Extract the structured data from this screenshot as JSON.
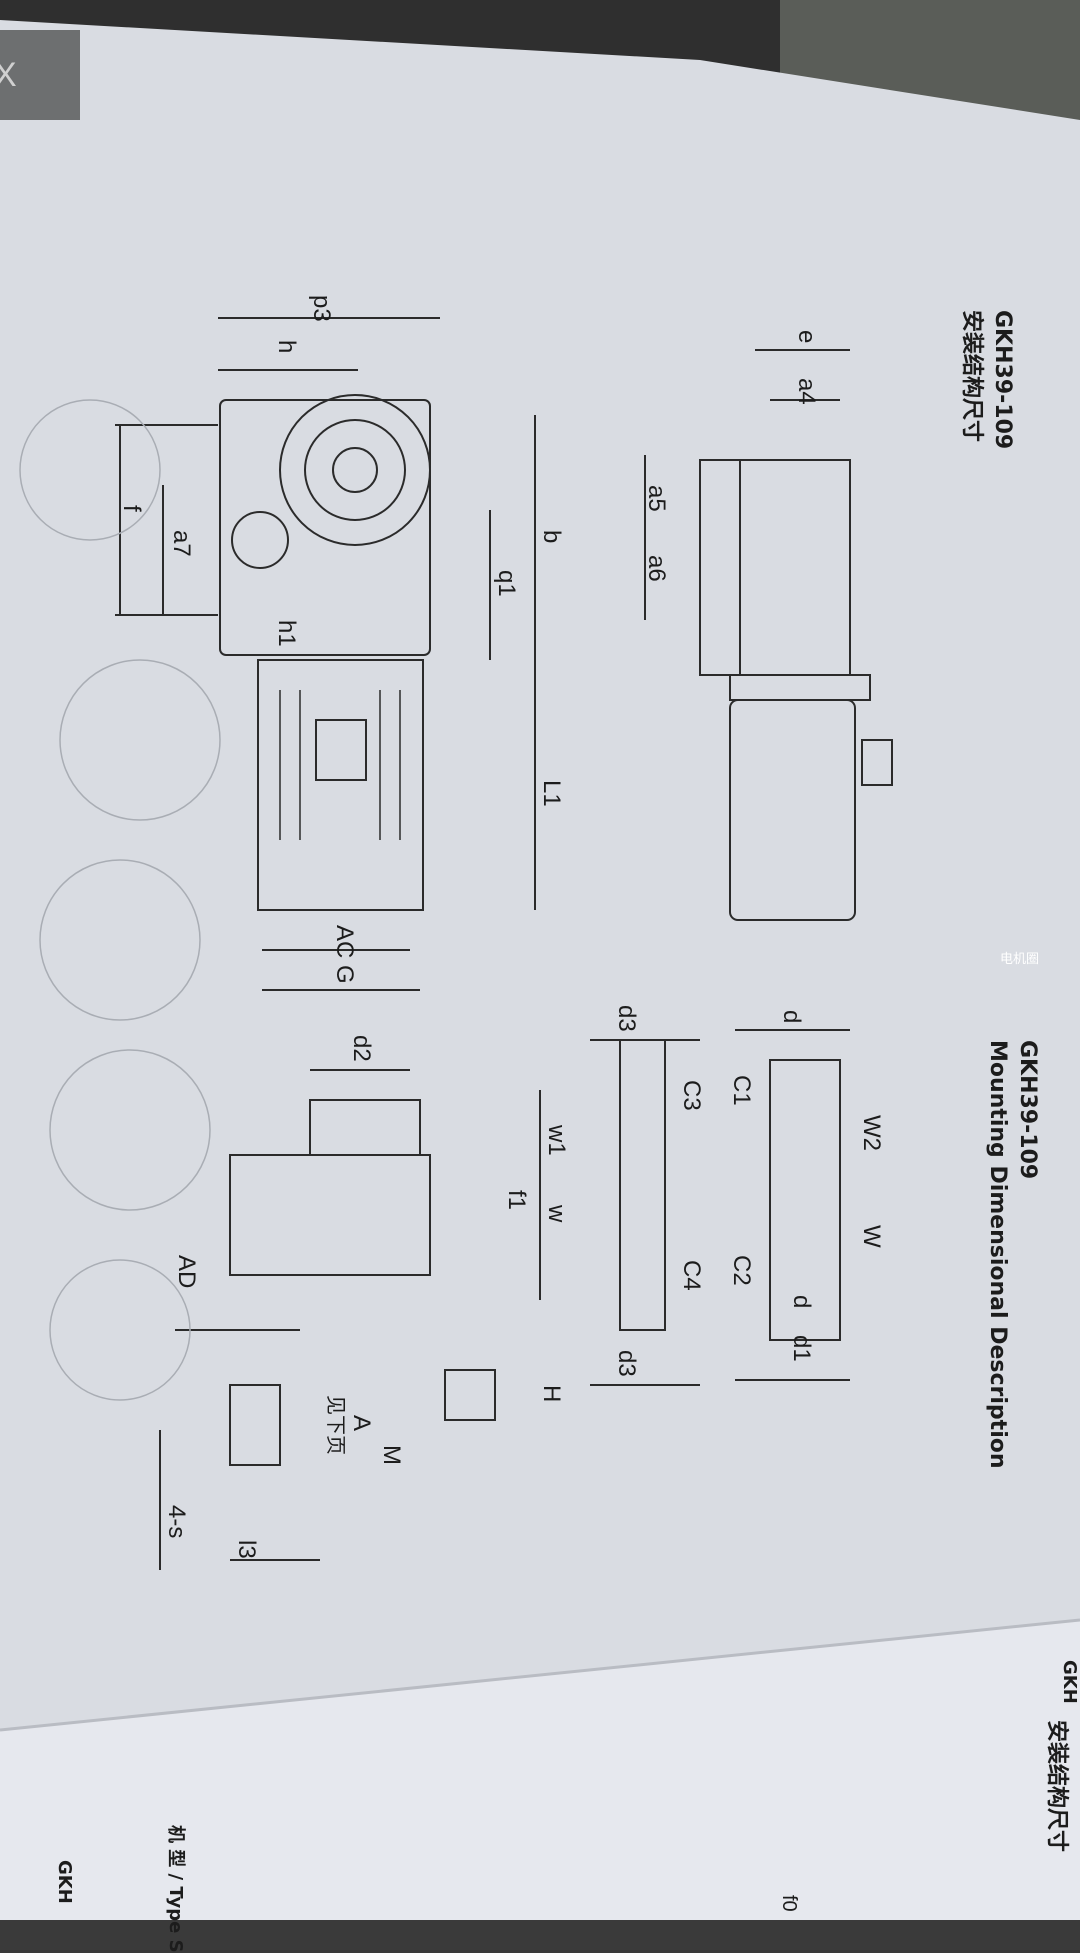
{
  "overlay": {
    "close_label": "X",
    "watermark": "电机圈"
  },
  "page": {
    "title_cn": "安装结构尺寸",
    "model_top": "GKH39-109",
    "model_right": "GKH39-109",
    "title_en": "Mounting Dimensional Description",
    "labels": {
      "p3": "p3",
      "h": "h",
      "b": "b",
      "q1": "q1",
      "L1": "L1",
      "AC": "AC",
      "G": "G",
      "f": "f",
      "a7": "a7",
      "h1": "h1",
      "e": "e",
      "a4": "a4",
      "a5": "a5",
      "a6": "a6",
      "d2": "d2",
      "w1": "w1",
      "w": "w",
      "f1": "f1",
      "AD": "AD",
      "H": "H",
      "M": "M",
      "A": "A",
      "see_next": "见下页",
      "s4": "4-s",
      "l3": "l3",
      "d3_top": "d3",
      "d3_bottom": "d3",
      "d_top": "d",
      "d_bottom": "d",
      "d1": "d1",
      "C1": "C1",
      "C3": "C3",
      "C2": "C2",
      "C4": "C4",
      "W2": "W2",
      "W": "W"
    }
  },
  "next_page": {
    "title_cn": "安装结构尺寸",
    "model": "GKH",
    "table_header": "机 型 / Type S",
    "row1": "GKH",
    "f0": "f0"
  }
}
